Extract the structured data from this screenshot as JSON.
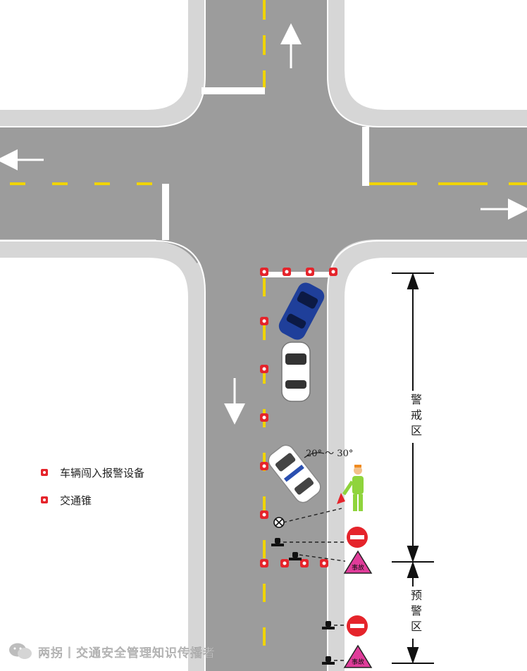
{
  "legend": {
    "alarm_device": "车辆闯入报警设备",
    "traffic_cone": "交通锥"
  },
  "angle_label": "20° ～ 30°",
  "zones": {
    "warning_zone": "警戒区",
    "pre_warning_zone": "预警区"
  },
  "signs": {
    "accident": "事故"
  },
  "watermark": {
    "text": "两拐丨交通安全管理知识传播者",
    "logo_icon": "wechat-icon"
  },
  "colors": {
    "road": "#9c9c9c",
    "curb": "#d8d8d8",
    "lane_yellow": "#f0d400",
    "stop_sign_red": "#e5242b",
    "accident_sign": "#e03c9a",
    "police_car_blue": "#1f3f9a"
  }
}
